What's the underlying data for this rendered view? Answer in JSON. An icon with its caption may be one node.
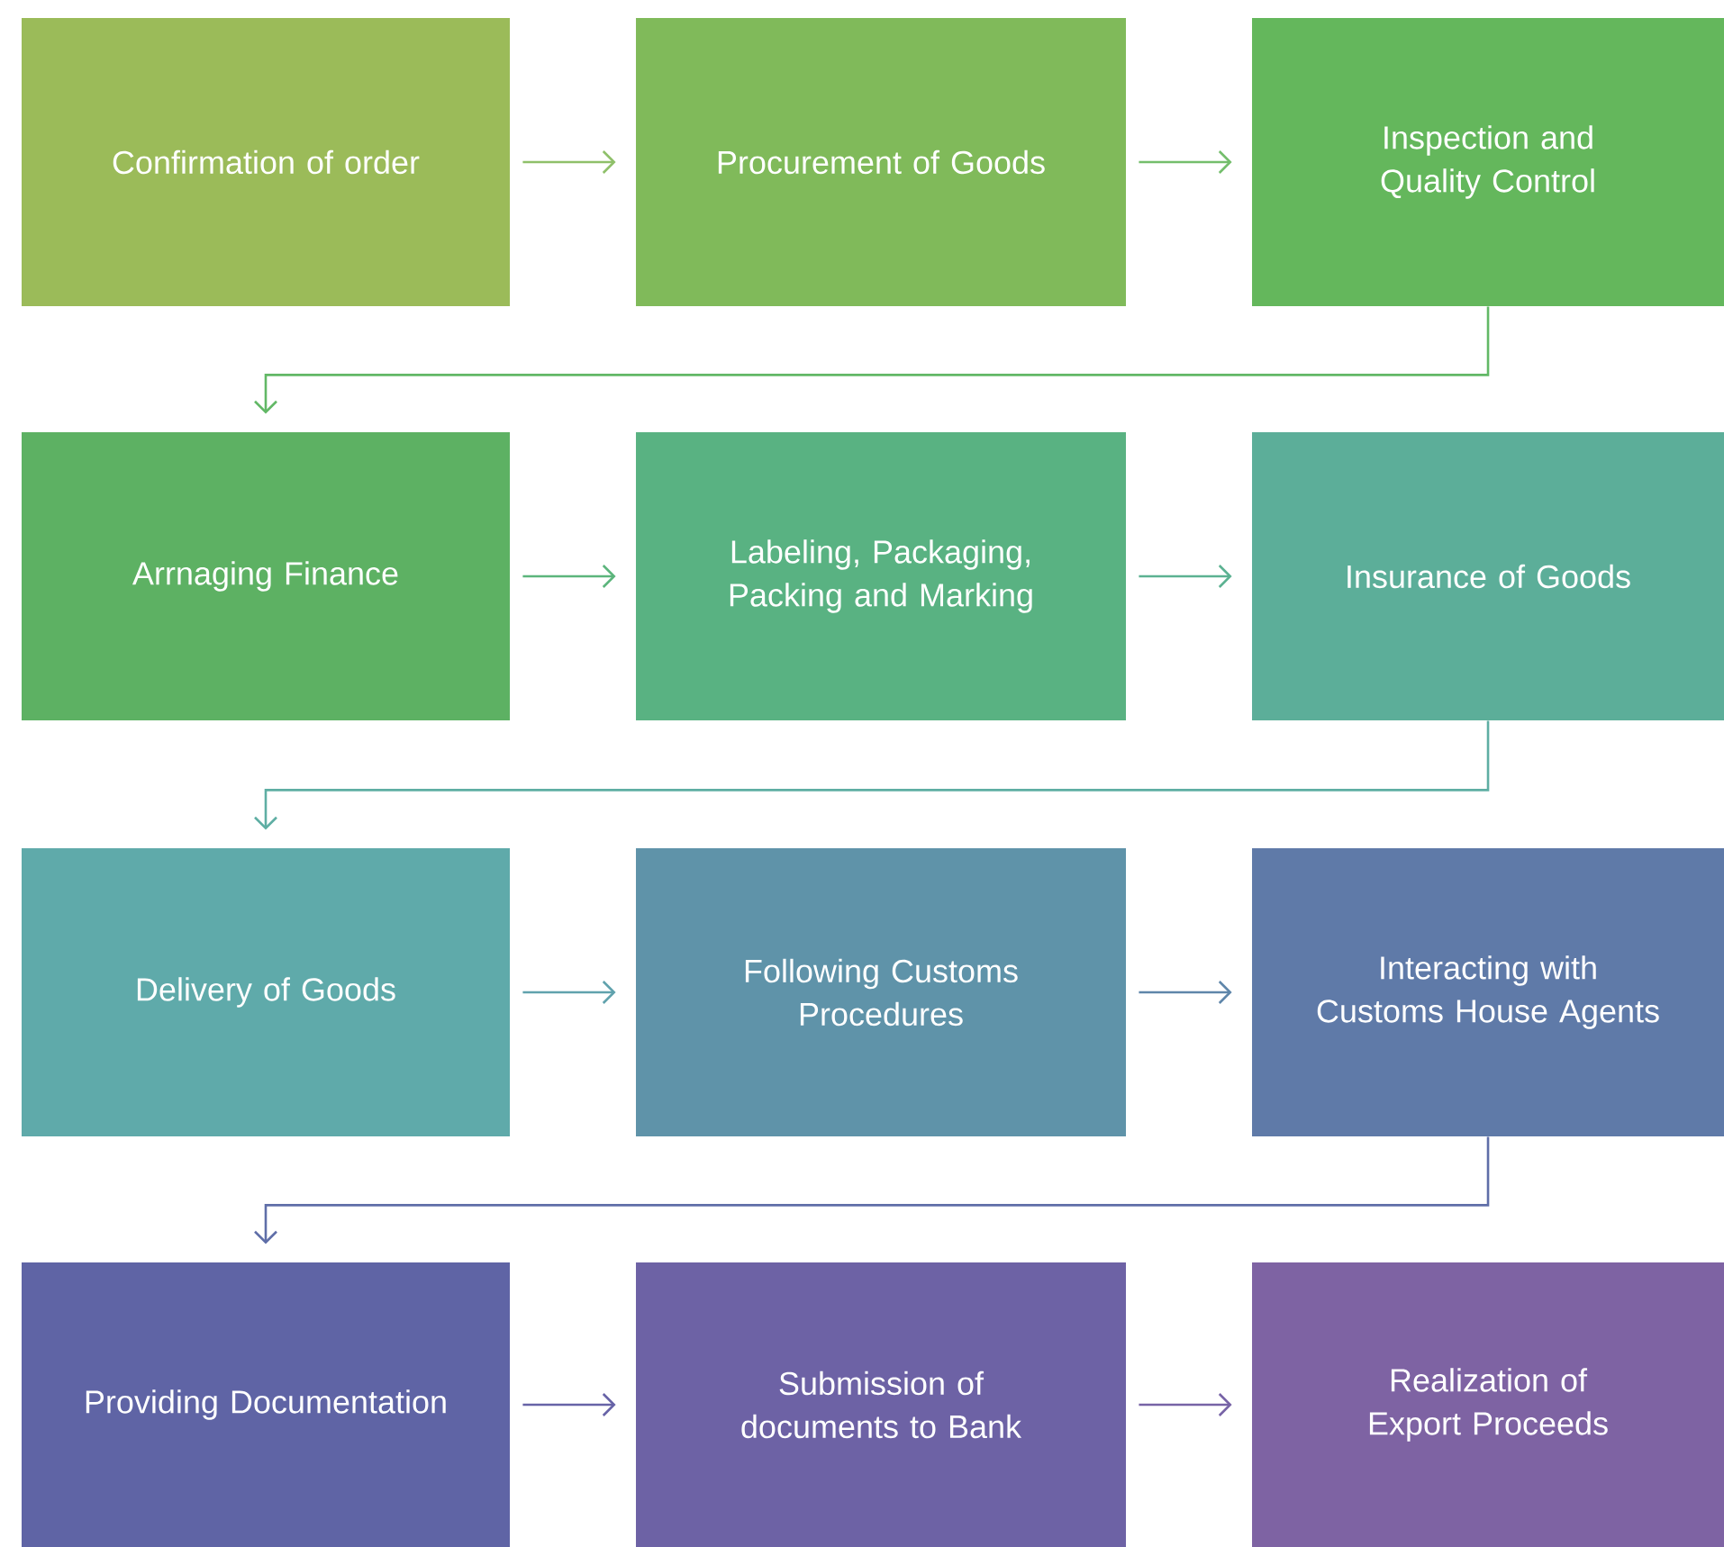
{
  "diagram": {
    "nodes": [
      {
        "text": [
          "Confirmation of order"
        ]
      },
      {
        "text": [
          "Procurement of Goods"
        ]
      },
      {
        "text": [
          "Inspection and Quality Control"
        ]
      },
      {
        "text": [
          "Arrnaging Finance"
        ]
      },
      {
        "text": [
          "Labeling, Packaging, Packing and Marking"
        ]
      },
      {
        "text": [
          "Insurance of Goods"
        ]
      },
      {
        "text": [
          "Delivery of Goods"
        ]
      },
      {
        "text": [
          "Following Customs Procedures"
        ]
      },
      {
        "text": [
          "Interacting with Customs House Agents"
        ]
      },
      {
        "text": [
          "Providing Documentation"
        ]
      },
      {
        "text": [
          "Submission of documents to Bank"
        ]
      },
      {
        "text": [
          "Realization of Export Proceeds"
        ]
      }
    ],
    "edges": [
      {
        "from": 0,
        "to": 1,
        "arrow": "to",
        "color": "#8fc06a"
      },
      {
        "from": 1,
        "to": 2,
        "arrow": "to",
        "color": "#74be6c"
      },
      {
        "from": 2,
        "to": 3,
        "arrow": "to",
        "color": "#62b866"
      },
      {
        "from": 3,
        "to": 4,
        "arrow": "to",
        "color": "#5cb57c"
      },
      {
        "from": 4,
        "to": 5,
        "arrow": "to",
        "color": "#5cb292"
      },
      {
        "from": 5,
        "to": 6,
        "arrow": "to",
        "color": "#5eaea3"
      },
      {
        "from": 6,
        "to": 7,
        "arrow": "to",
        "color": "#60a2ad"
      },
      {
        "from": 7,
        "to": 8,
        "arrow": "to",
        "color": "#5f86aa"
      },
      {
        "from": 8,
        "to": 9,
        "arrow": "to",
        "color": "#5f6ea8"
      },
      {
        "from": 9,
        "to": 10,
        "arrow": "to",
        "color": "#6763a7"
      },
      {
        "from": 10,
        "to": 11,
        "arrow": "to",
        "color": "#7763a6"
      }
    ]
  }
}
